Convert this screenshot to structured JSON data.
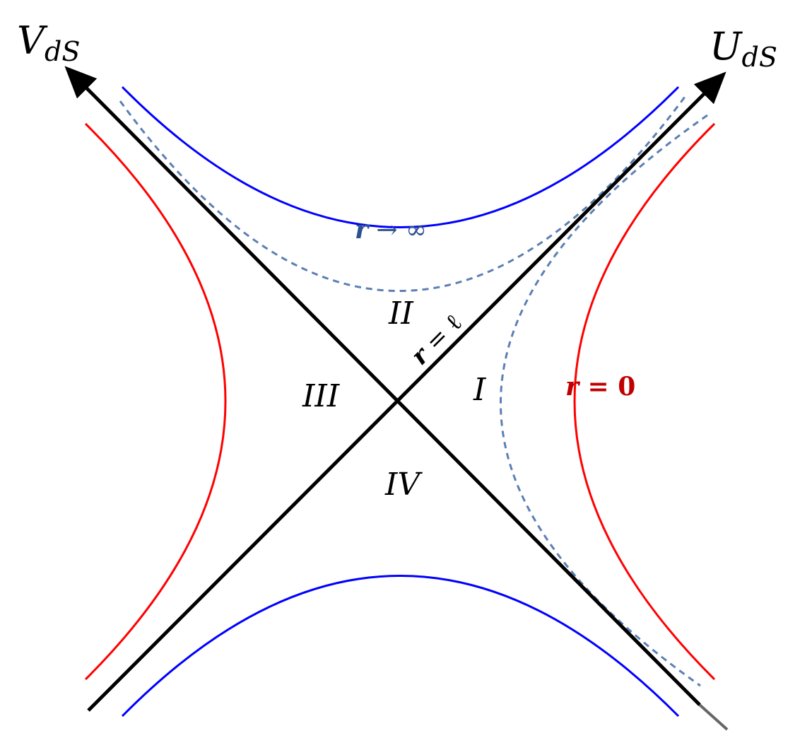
{
  "axes": {
    "v_main": "V",
    "v_sub": "dS",
    "u_main": "U",
    "u_sub": "dS"
  },
  "regions": {
    "one": "I",
    "two": "II",
    "three": "III",
    "four": "IV"
  },
  "curve_labels": {
    "infinity_var": "r",
    "infinity_rest": " → ∞",
    "zero_var": "r",
    "zero_rest": " = 0",
    "horizon_var": "r",
    "horizon_rest": " = ℓ"
  },
  "colors": {
    "boundary_infinity": "#0000ff",
    "boundary_zero": "#ff0000",
    "dashed": "#5b7fb4",
    "horizon": "#000000",
    "label_blue": "#2f528f",
    "label_red": "#c00000"
  }
}
